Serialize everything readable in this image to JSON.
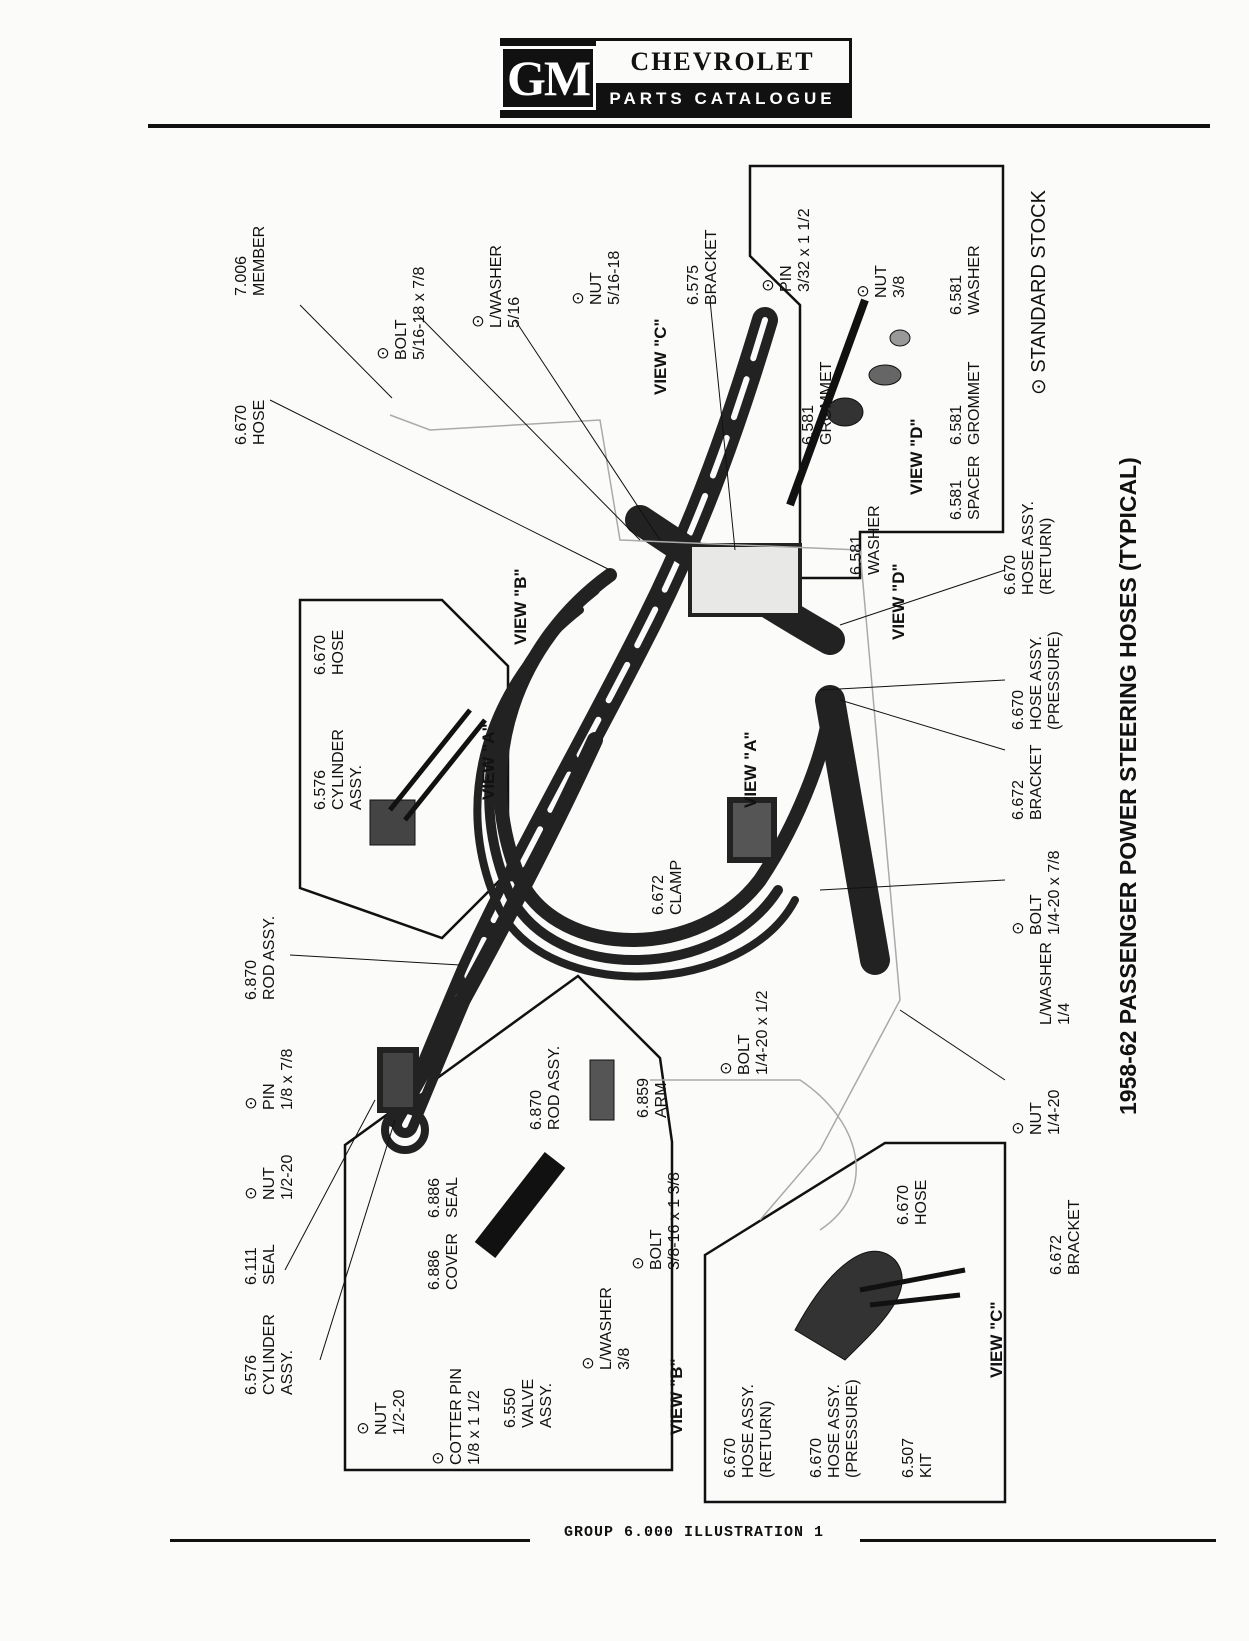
{
  "header": {
    "logo_mark": "GM",
    "brand": "CHEVROLET",
    "catalogue": "PARTS CATALOGUE"
  },
  "footer": {
    "text": "GROUP 6.000 ILLUSTRATION 1"
  },
  "title": "1958-62 PASSENGER POWER STEERING HOSES (TYPICAL)",
  "legend": "⊙ STANDARD STOCK",
  "views": {
    "a": "VIEW \"A\"",
    "b": "VIEW \"B\"",
    "c": "VIEW \"C\"",
    "d": "VIEW \"D\""
  },
  "labels": {
    "member": [
      "7.006",
      "MEMBER"
    ],
    "hose_main": [
      "6.670",
      "HOSE"
    ],
    "bolt_516": [
      "⊙",
      "BOLT",
      "5/16-18 x 7/8"
    ],
    "lwasher_516": [
      "⊙",
      "L/WASHER",
      "5/16"
    ],
    "nut_516": [
      "⊙",
      "NUT",
      "5/16-18"
    ],
    "bracket_575": [
      "6.575",
      "BRACKET"
    ],
    "pin_332": [
      "⊙",
      "PIN",
      "3/32 x 1 1/2"
    ],
    "nut_38_d": [
      "⊙",
      "NUT",
      "3/8"
    ],
    "washer_581_r": [
      "6.581",
      "WASHER"
    ],
    "grommet_581_r": [
      "6.581",
      "GROMMET"
    ],
    "grommet_581": [
      "6.581",
      "GROMMET"
    ],
    "spacer_581": [
      "6.581",
      "SPACER"
    ],
    "washer_581": [
      "6.581",
      "WASHER"
    ],
    "hose_return": [
      "6.670",
      "HOSE ASSY.",
      "(RETURN)"
    ],
    "hose_pressure": [
      "6.670",
      "HOSE ASSY.",
      "(PRESSURE)"
    ],
    "bracket_672_r": [
      "6.672",
      "BRACKET"
    ],
    "bolt_14_78": [
      "⊙",
      "BOLT",
      "1/4-20 x 7/8"
    ],
    "clamp_672": [
      "6.672",
      "CLAMP"
    ],
    "lwasher_14": [
      "L/WASHER",
      "1/4"
    ],
    "nut_14": [
      "⊙",
      "NUT",
      "1/4-20"
    ],
    "bolt_14_12": [
      "⊙",
      "BOLT",
      "1/4-20 x 1/2"
    ],
    "bracket_672_b": [
      "6.672",
      "BRACKET"
    ],
    "hose_a": [
      "6.670",
      "HOSE"
    ],
    "cylinder_a": [
      "6.576",
      "CYLINDER",
      "ASSY."
    ],
    "rod_870": [
      "6.870",
      "ROD ASSY."
    ],
    "pin_18": [
      "⊙",
      "PIN",
      "1/8 x 7/8"
    ],
    "nut_12": [
      "⊙",
      "NUT",
      "1/2-20"
    ],
    "seal_111": [
      "6.111",
      "SEAL"
    ],
    "cylinder_576": [
      "6.576",
      "CYLINDER",
      "ASSY."
    ],
    "rod_870_b": [
      "6.870",
      "ROD ASSY."
    ],
    "arm_859": [
      "6.859",
      "ARM"
    ],
    "bolt_38": [
      "⊙",
      "BOLT",
      "3/8-16 x 1 3/8"
    ],
    "cover_886": [
      "6.886",
      "COVER"
    ],
    "seal_886": [
      "6.886",
      "SEAL"
    ],
    "lwasher_38": [
      "⊙",
      "L/WASHER",
      "3/8"
    ],
    "valve_550": [
      "6.550",
      "VALVE",
      "ASSY."
    ],
    "nut_12_b": [
      "⊙",
      "NUT",
      "1/2-20"
    ],
    "cotter_pin": [
      "⊙",
      "COTTER PIN",
      "1/8 x 1 1/2"
    ],
    "hose_c": [
      "6.670",
      "HOSE"
    ],
    "hose_c_return": [
      "6.670",
      "HOSE ASSY.",
      "(RETURN)"
    ],
    "hose_c_pressure": [
      "6.670",
      "HOSE ASSY.",
      "(PRESSURE)"
    ],
    "kit_507": [
      "6.507",
      "KIT"
    ]
  }
}
